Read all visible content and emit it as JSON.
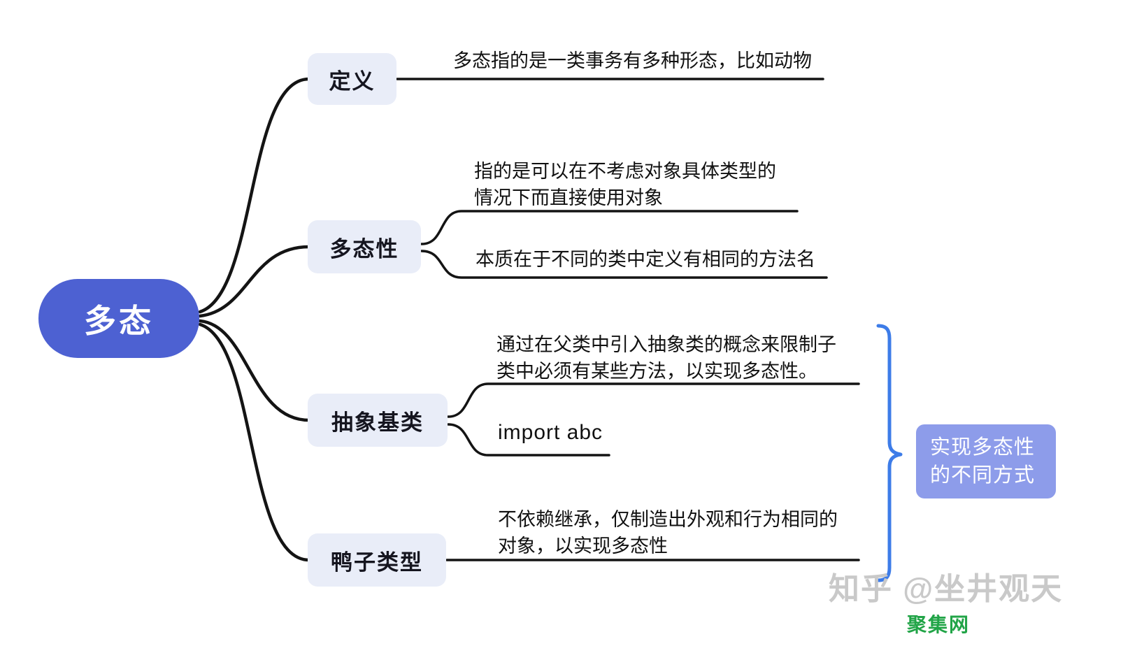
{
  "root": {
    "label": "多态"
  },
  "branches": [
    {
      "id": "definition",
      "label": "定义",
      "leaves": [
        {
          "lines": [
            "多态指的是一类事务有多种形态，比如动物"
          ]
        }
      ]
    },
    {
      "id": "polymorphism",
      "label": "多态性",
      "leaves": [
        {
          "lines": [
            "指的是可以在不考虑对象具体类型的",
            "情况下而直接使用对象"
          ]
        },
        {
          "lines": [
            "本质在于不同的类中定义有相同的方法名"
          ]
        }
      ]
    },
    {
      "id": "abstract-base-class",
      "label": "抽象基类",
      "leaves": [
        {
          "lines": [
            "通过在父类中引入抽象类的概念来限制子",
            "类中必须有某些方法，以实现多态性。"
          ]
        },
        {
          "lines": [
            "import abc"
          ]
        }
      ]
    },
    {
      "id": "duck-typing",
      "label": "鸭子类型",
      "leaves": [
        {
          "lines": [
            "不依赖继承，仅制造出外观和行为相同的",
            "对象，以实现多态性"
          ]
        }
      ]
    }
  ],
  "annotation": {
    "lines": [
      "实现多态性",
      "的不同方式"
    ]
  },
  "watermark": {
    "brand": "知乎 @坐井观天",
    "footer": "聚集网"
  },
  "colors": {
    "root_bg": "#4d61d2",
    "node_bg": "#e9edf8",
    "annotation_bg": "#8d9cea",
    "brace": "#3d7ce8",
    "line": "#141414",
    "watermark": "#c9c9c9",
    "footer_green": "#21a447"
  }
}
